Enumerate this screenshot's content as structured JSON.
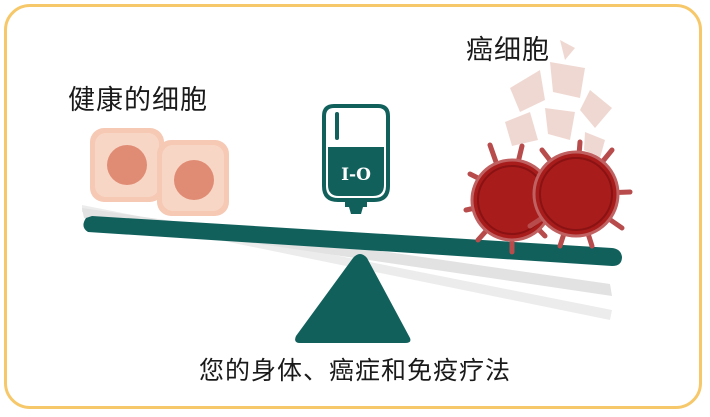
{
  "labels": {
    "healthy_cells": "健康的细胞",
    "cancer_cells": "癌细胞",
    "caption": "您的身体、癌症和免疫疗法",
    "iv_bag_text": "I-O"
  },
  "colors": {
    "frame": "#f6c86a",
    "beam": "#11605c",
    "fulcrum": "#11605c",
    "healthy_cell_fill": "#f6c9b4",
    "healthy_nucleus": "#e08c74",
    "cancer_cell": "#a81c1c",
    "cancer_spikes": "#b84b4b",
    "cancer_debris": "#f0d8d2",
    "shadow_beam": "#e4e4e4"
  },
  "icons": [
    "iv-bag-icon",
    "healthy-cell-icon",
    "cancer-cell-icon",
    "balance-scale-icon"
  ]
}
